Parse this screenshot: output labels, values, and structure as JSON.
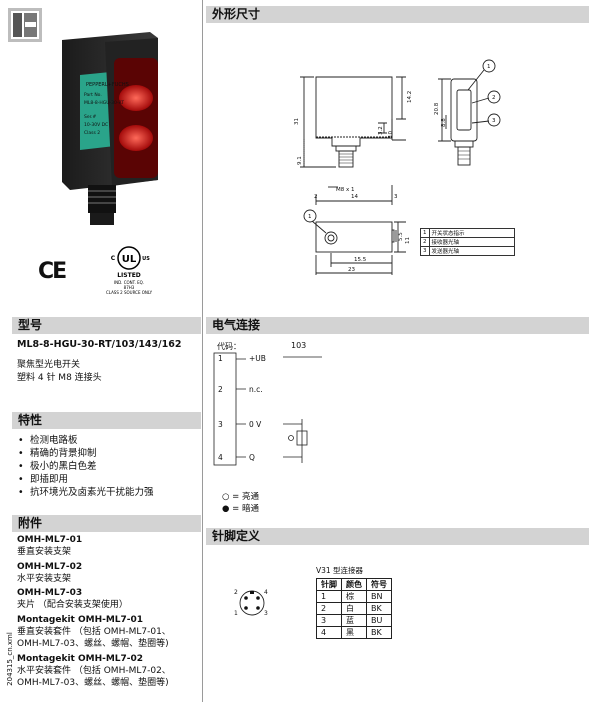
{
  "left": {
    "model_header": "型号",
    "model_name": "ML8-8-HGU-30-RT/103/143/162",
    "desc": [
      "聚焦型光电开关",
      "塑料 4 针 M8 连接头"
    ],
    "features_header": "特性",
    "features": [
      "检测电路板",
      "精确的背景抑制",
      "极小的黑白色差",
      "即插即用",
      "抗环境光及卤素光干扰能力强"
    ],
    "accessories_header": "附件",
    "accessories": [
      {
        "name": "OMH-ML7-01",
        "desc": [
          "垂直安装支架"
        ]
      },
      {
        "name": "OMH-ML7-02",
        "desc": [
          "水平安装支架"
        ]
      },
      {
        "name": "OMH-ML7-03",
        "desc": [
          "夹片 （配合安装支架使用）"
        ]
      },
      {
        "name": "Montagekit OMH-ML7-01",
        "desc": [
          "垂直安装套件 （包括 OMH-ML7-01、",
          "OMH-ML7-03、螺丝、螺帽、垫圈等)"
        ]
      },
      {
        "name": "Montagekit OMH-ML7-02",
        "desc": [
          "水平安装套件 （包括 OMH-ML7-02、",
          "OMH-ML7-03、螺丝、螺帽、垫圈等)"
        ]
      }
    ],
    "side_code": "204315_cn.xml",
    "ce_mark": "CE",
    "ul": {
      "c": "C",
      "us": "US",
      "ul": "UL",
      "listed": "LISTED",
      "lines": [
        "IND. CONT. EQ.",
        "87H3",
        "CLASS 2 SOURCE ONLY"
      ]
    },
    "product_label": [
      "Part No.",
      "ML8-8-HGU-30-RT",
      "Ser.#",
      "10-30V DC",
      "Class 2"
    ],
    "brand_label": "PEPPERL+FUCHS"
  },
  "dimensions": {
    "header": "外形尺寸",
    "labels": [
      "31",
      "14.2",
      "3.2",
      "10",
      "9.1",
      "M8 x 1",
      "14",
      "2",
      "3",
      "20.8",
      "8.8",
      "5.5",
      "11",
      "15.5",
      "23"
    ],
    "callouts": [
      "1",
      "2",
      "3"
    ],
    "legend": [
      {
        "num": "1",
        "text": "开关状态指示"
      },
      {
        "num": "2",
        "text": "接收器光轴"
      },
      {
        "num": "3",
        "text": "发送器光轴"
      }
    ]
  },
  "electrical": {
    "header": "电气连接",
    "code_label": "代码：",
    "code_value": "103",
    "pins": [
      {
        "num": "1",
        "label": "+UB"
      },
      {
        "num": "2",
        "label": "n.c."
      },
      {
        "num": "3",
        "label": "0 V"
      },
      {
        "num": "4",
        "label": "Q"
      }
    ],
    "legend_on": "○ = 亮通",
    "legend_off": "● = 暗通"
  },
  "pinout": {
    "header": "针脚定义",
    "connector_title": "V31 型连接器",
    "columns": [
      "针脚",
      "颜色",
      "符号"
    ],
    "rows": [
      [
        "1",
        "棕",
        "BN"
      ],
      [
        "2",
        "白",
        "BK"
      ],
      [
        "3",
        "蓝",
        "BU"
      ],
      [
        "4",
        "黑",
        "BK"
      ]
    ],
    "pin_numbers": [
      "2",
      "4",
      "1",
      "3"
    ]
  }
}
